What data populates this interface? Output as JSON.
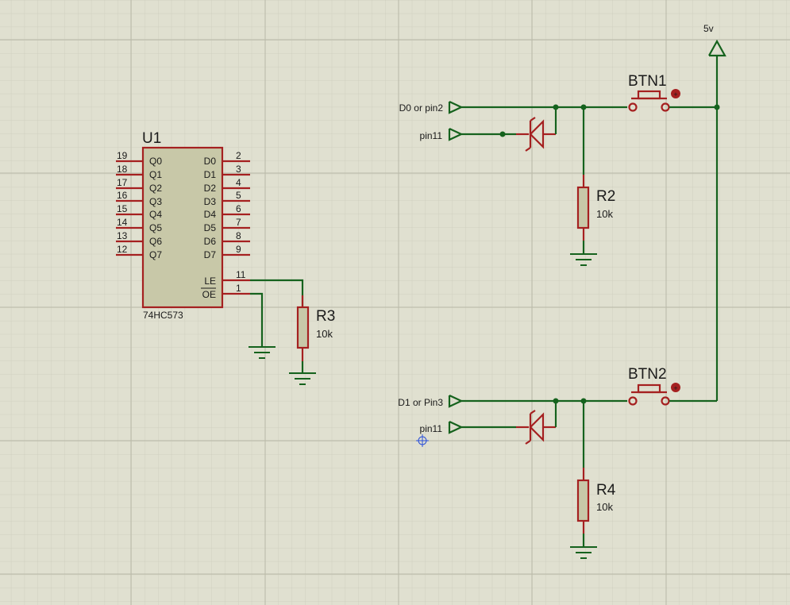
{
  "colors": {
    "background": "#e0e0d0",
    "grid_minor": "#cfcfbf",
    "grid_major": "#b9b9a8",
    "wire": "#15621d",
    "component_outline": "#a52020",
    "component_fill": "#c8c8a8"
  },
  "u1": {
    "ref": "U1",
    "part": "74HC573",
    "left_pins": [
      {
        "num": "19",
        "name": "Q0"
      },
      {
        "num": "18",
        "name": "Q1"
      },
      {
        "num": "17",
        "name": "Q2"
      },
      {
        "num": "16",
        "name": "Q3"
      },
      {
        "num": "15",
        "name": "Q4"
      },
      {
        "num": "14",
        "name": "Q5"
      },
      {
        "num": "13",
        "name": "Q6"
      },
      {
        "num": "12",
        "name": "Q7"
      }
    ],
    "right_pins": [
      {
        "num": "2",
        "name": "D0"
      },
      {
        "num": "3",
        "name": "D1"
      },
      {
        "num": "4",
        "name": "D2"
      },
      {
        "num": "5",
        "name": "D3"
      },
      {
        "num": "6",
        "name": "D4"
      },
      {
        "num": "7",
        "name": "D5"
      },
      {
        "num": "8",
        "name": "D6"
      },
      {
        "num": "9",
        "name": "D7"
      }
    ],
    "le": {
      "num": "11",
      "name": "LE"
    },
    "oe": {
      "num": "1",
      "name": "OE"
    }
  },
  "resistors": {
    "r2": {
      "ref": "R2",
      "value": "10k"
    },
    "r3": {
      "ref": "R3",
      "value": "10k"
    },
    "r4": {
      "ref": "R4",
      "value": "10k"
    }
  },
  "buttons": {
    "btn1": {
      "ref": "BTN1"
    },
    "btn2": {
      "ref": "BTN2"
    }
  },
  "terminals": {
    "d0": "D0 or pin2",
    "pin11_top": "pin11",
    "d1": "D1 or Pin3",
    "pin11_bottom": "pin11",
    "power": "5v"
  },
  "icons": [
    "diode-icon",
    "ground-icon",
    "push-button-icon",
    "crosshair-marker-icon",
    "power-arrow-icon"
  ]
}
